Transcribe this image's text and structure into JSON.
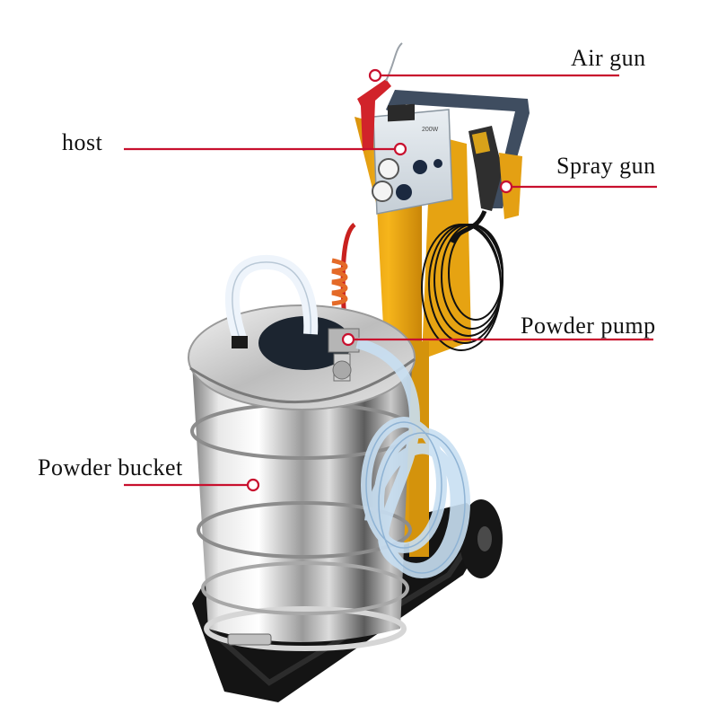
{
  "accent_color": "#c8102e",
  "callouts": {
    "air_gun": "Air gun",
    "host": "host",
    "spray_gun": "Spray gun",
    "powder_pump": "Powder pump",
    "powder_bucket": "Powder bucket"
  },
  "device": {
    "nameplate_text": "200W"
  }
}
